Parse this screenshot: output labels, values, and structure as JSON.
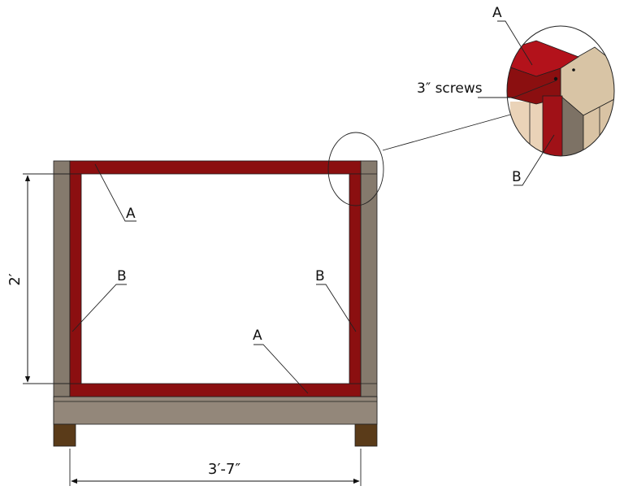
{
  "labels": {
    "top_rail": "A",
    "left_stile": "B",
    "right_stile": "B",
    "bottom_rail": "A",
    "detail_rail": "A",
    "detail_stile": "B",
    "screws": "3″ screws"
  },
  "dimensions": {
    "height": "2′",
    "width": "3′-7″"
  },
  "colors": {
    "frame_red": "#8b0f10",
    "detail_red": "#b3121b",
    "post_gray": "#857a6d",
    "post_gray_light": "#93877a",
    "foot_brown": "#5a3b19",
    "wood_light": "#d8c4a5",
    "wood_tan": "#ead3b8"
  }
}
